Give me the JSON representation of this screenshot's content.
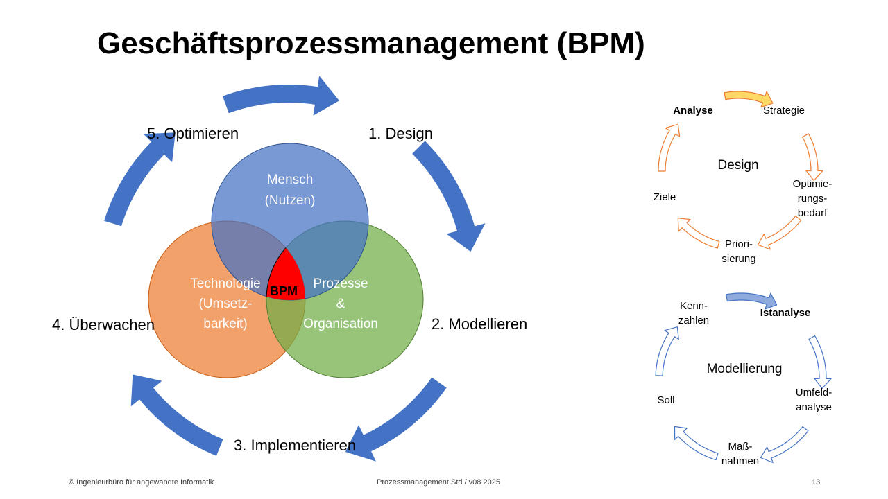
{
  "title": "Geschäftsprozessmanagement (BPM)",
  "cycle": {
    "steps": [
      "1. Design",
      "2. Modellieren",
      "3. Implementieren",
      "4. Überwachen",
      "5. Optimieren"
    ],
    "arrow_color": "#4472C4"
  },
  "venn": {
    "circles": [
      {
        "name": "mensch",
        "lines": [
          "Mensch",
          "(Nutzen)"
        ],
        "color": "#4472C4"
      },
      {
        "name": "technologie",
        "lines": [
          "Technologie",
          "(Umsetz-",
          "barkeit)"
        ],
        "color": "#ED7D31"
      },
      {
        "name": "prozesse",
        "lines": [
          "Prozesse",
          "&",
          "Organisation"
        ],
        "color": "#70AD47"
      }
    ],
    "center_label": "BPM",
    "center_color": "#FF0000"
  },
  "design_cycle": {
    "center": "Design",
    "items": [
      "Analyse",
      "Strategie",
      "Optimie-\nrungs-\nbedarf",
      "Priori-\nsierung",
      "Ziele"
    ],
    "highlight_color": "#FFD966",
    "outline_color": "#ED7D31"
  },
  "model_cycle": {
    "center": "Modellierung",
    "items": [
      "Istanalyse",
      "Umfeld-\nanalyse",
      "Maß-\nnahmen",
      "Soll",
      "Kenn-\nzahlen"
    ],
    "highlight_color": "#8FAADC",
    "outline_color": "#4472C4"
  },
  "footer": {
    "left": "© Ingenieurbüro für angewandte Informatik",
    "center": "Prozessmanagement Std / v08 2025",
    "page": "13"
  }
}
